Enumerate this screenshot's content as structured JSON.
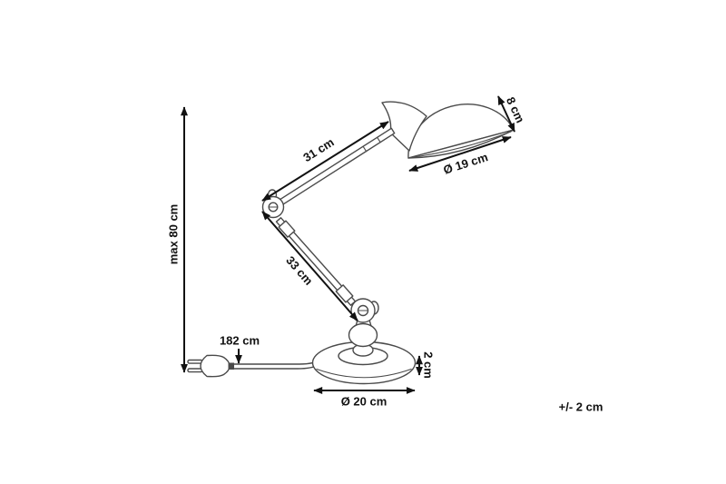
{
  "labels": {
    "max_height": "max 80 cm",
    "upper_arm": "31 cm",
    "lower_arm": "33 cm",
    "shade_height": "8 cm",
    "shade_diameter": "Ø 19 cm",
    "cable_length": "182 cm",
    "base_height": "2 cm",
    "base_diameter": "Ø 20 cm",
    "tolerance": "+/- 2 cm"
  },
  "colors": {
    "background": "#ffffff",
    "artwork_line": "#4a4a4a",
    "dimension_line": "#121212",
    "label_text": "#121212"
  }
}
